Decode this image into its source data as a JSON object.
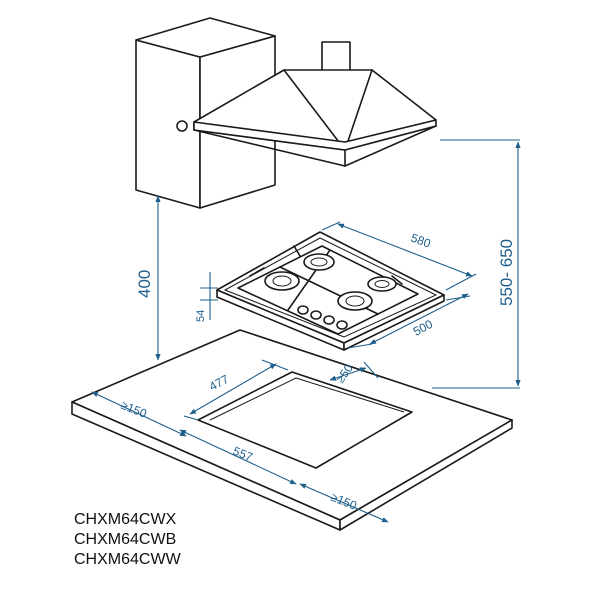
{
  "dimensions": {
    "hob_width": "580",
    "hob_depth": "500",
    "hob_height": "54",
    "hood_to_hob_range": "550- 650",
    "wall_unit_to_worktop": "400",
    "cutout_depth": "477",
    "cutout_width": "557",
    "min_rear_gap": "≥50",
    "min_left_gap": "≥150",
    "min_right_gap": "≥150"
  },
  "models": [
    "CHXM64CWX",
    "CHXM64CWB",
    "CHXM64CWW"
  ],
  "colors": {
    "lines": "#1a1a1a",
    "dimensions": "#1f5f8b",
    "background": "#ffffff"
  }
}
